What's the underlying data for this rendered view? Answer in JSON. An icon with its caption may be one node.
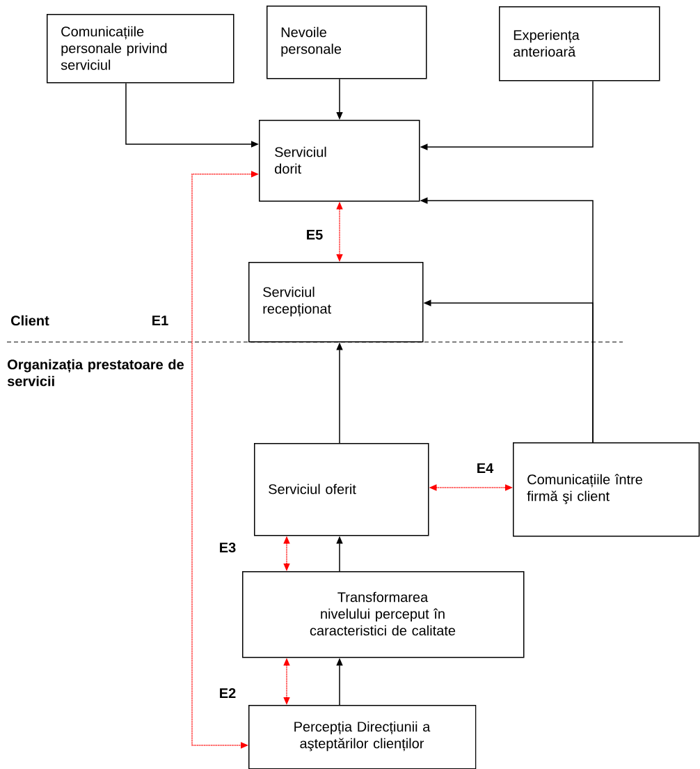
{
  "diagram": {
    "nodes": [
      {
        "text": [
          "Comunicațiile personale privind serviciul"
        ]
      },
      {
        "text": [
          "Nevoile personale"
        ]
      },
      {
        "text": [
          "Experiența anterioară"
        ]
      },
      {
        "text": [
          "Serviciul dorit"
        ]
      },
      {
        "text": [
          "Serviciul recepționat"
        ]
      },
      {
        "text": [
          "Serviciul oferit"
        ]
      },
      {
        "text": [
          "Comunicațiile între firmă şi client"
        ]
      },
      {
        "text": [
          "Transformarea nivelului perceput în caracteristici de calitate"
        ]
      },
      {
        "text": [
          "Percepția Direcțiunii a aşteptărilor clienților"
        ]
      }
    ],
    "edges": [
      {
        "from": 0,
        "to": 3,
        "arrow": "to"
      },
      {
        "from": 1,
        "to": 3,
        "arrow": "to"
      },
      {
        "from": 2,
        "to": 3,
        "arrow": "to"
      },
      {
        "from": 6,
        "to": 3,
        "arrow": "to"
      },
      {
        "from": 6,
        "to": 4,
        "arrow": "to"
      },
      {
        "from": 5,
        "to": 4,
        "arrow": "to"
      },
      {
        "from": 7,
        "to": 5,
        "arrow": "to"
      },
      {
        "from": 8,
        "to": 7,
        "arrow": "to"
      },
      {
        "from": 3,
        "to": 4,
        "arrow": "both",
        "label": "E5",
        "style": "dashed",
        "color": "#ff0000"
      },
      {
        "from": 5,
        "to": 6,
        "arrow": "both",
        "label": "E4",
        "style": "dashed",
        "color": "#ff0000"
      },
      {
        "from": 5,
        "to": 7,
        "arrow": "both",
        "label": "E3",
        "style": "dashed",
        "color": "#ff0000"
      },
      {
        "from": 7,
        "to": 8,
        "arrow": "both",
        "label": "E2",
        "style": "dashed",
        "color": "#ff0000"
      },
      {
        "from": 3,
        "to": 8,
        "arrow": "both",
        "label": "E1",
        "style": "dashed",
        "color": "#ff0000"
      }
    ],
    "labels": [
      "Client",
      "Organizația prestatoare de servicii"
    ]
  }
}
